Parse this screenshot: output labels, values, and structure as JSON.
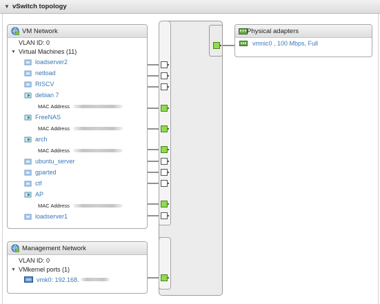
{
  "header": {
    "title": "vSwitch topology"
  },
  "vm_network": {
    "title": "VM Network",
    "vlan": "VLAN ID: 0",
    "vms_header": "Virtual Machines (11)",
    "mac_label": "MAC Address",
    "vms": [
      {
        "name": "loadserver2",
        "powered": false
      },
      {
        "name": "netload",
        "powered": false
      },
      {
        "name": "RISCV",
        "powered": false
      },
      {
        "name": "debian 7",
        "powered": true
      },
      {
        "name": "FreeNAS",
        "powered": true
      },
      {
        "name": "arch",
        "powered": true
      },
      {
        "name": "ubuntu_server",
        "powered": false
      },
      {
        "name": "gparted",
        "powered": false
      },
      {
        "name": "ctf",
        "powered": false
      },
      {
        "name": "AP",
        "powered": true
      },
      {
        "name": "loadserver1",
        "powered": false
      }
    ]
  },
  "mgmt_network": {
    "title": "Management Network",
    "vlan": "VLAN ID: 0",
    "ports_header": "VMkernel ports (1)",
    "vmk": "vmk0: 192.168."
  },
  "physical": {
    "title": "Physical adapters",
    "nic": "vmnic0 , 100 Mbps, Full"
  },
  "colors": {
    "link": "#3a78b7",
    "port_active": "#8fdc4c",
    "panel_border": "#a8a8a8"
  },
  "icons": [
    "portgroup-icon",
    "vm-icon",
    "vm-powered-on-icon",
    "vmkernel-icon",
    "nic-icon"
  ]
}
